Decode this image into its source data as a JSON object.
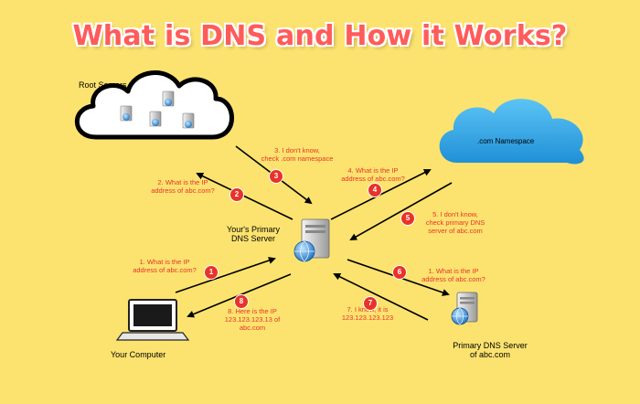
{
  "title": "What is DNS and How it Works?",
  "nodes": {
    "root_servers": "Root Servers",
    "com_namespace": ".com Namespace",
    "primary_dns_line1": "Your's Primary",
    "primary_dns_line2": "DNS Server",
    "your_computer": "Your Computer",
    "abc_dns_line1": "Primary DNS Server",
    "abc_dns_line2": "of abc.com"
  },
  "steps": [
    {
      "num": "1",
      "line1": "1. What is the IP",
      "line2": "address of abc.com?",
      "line3": ""
    },
    {
      "num": "2",
      "line1": "2. What is the IP",
      "line2": "address of abc.com?",
      "line3": ""
    },
    {
      "num": "3",
      "line1": "3. I don't know,",
      "line2": "check .com namespace",
      "line3": ""
    },
    {
      "num": "4",
      "line1": "4. What is the IP",
      "line2": "address of abc.com?",
      "line3": ""
    },
    {
      "num": "5",
      "line1": "5. I don't know,",
      "line2": "check primary DNS",
      "line3": "server of abc.com"
    },
    {
      "num": "6",
      "line1": "1. What is the IP",
      "line2": "address of abc.com?",
      "line3": ""
    },
    {
      "num": "7",
      "line1": "7. I know, it is",
      "line2": "123.123.123.123",
      "line3": ""
    },
    {
      "num": "8",
      "line1": "8. Here is the IP",
      "line2": "123.123.123.13 of",
      "line3": "abc.com"
    }
  ],
  "colors": {
    "background": "#fce36f",
    "title": "#ff5b5b",
    "step_text": "#e8332a",
    "badge": "#e8332a",
    "cloud_blue": "#33a8e8"
  },
  "icons": [
    "cloud-icon",
    "server-icon",
    "laptop-icon",
    "globe-icon"
  ]
}
